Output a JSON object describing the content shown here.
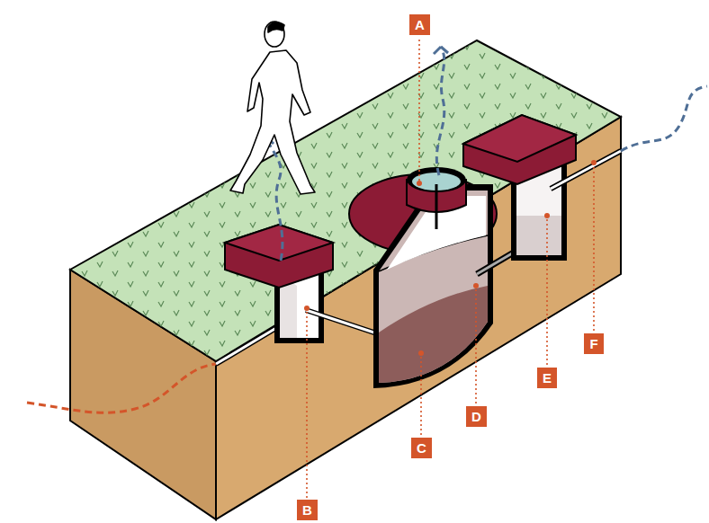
{
  "diagram": {
    "labels": [
      "A",
      "B",
      "C",
      "D",
      "E",
      "F"
    ]
  }
}
